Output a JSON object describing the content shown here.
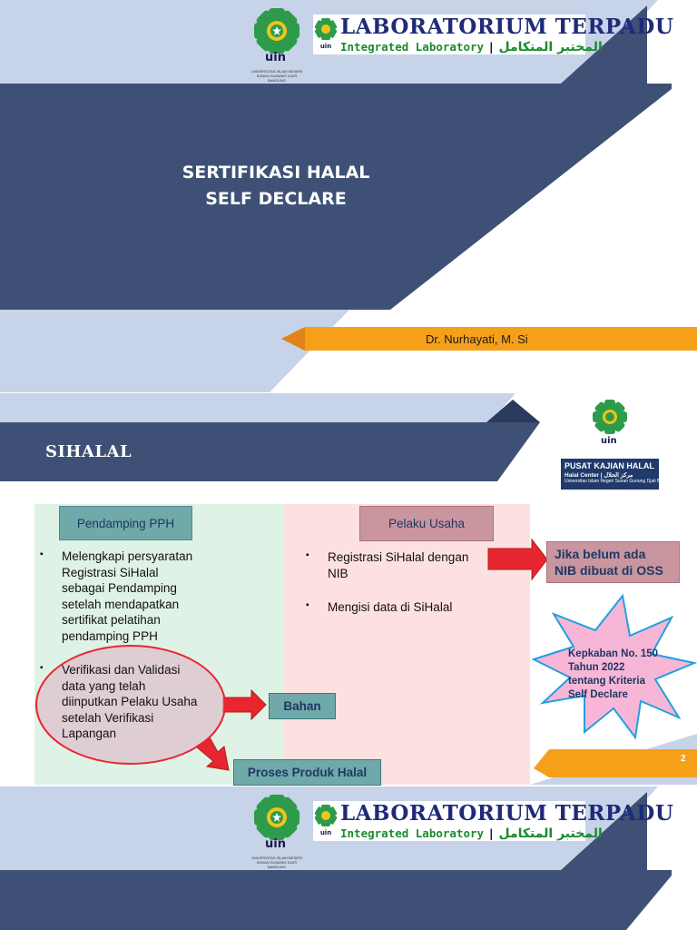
{
  "header": {
    "lab_title": "LABORATORIUM TERPADU",
    "lab_sub_en": "Integrated Laboratory",
    "lab_sub_sep": "|",
    "lab_sub_ar": "المختبر المتكامل",
    "uin_word": "uin",
    "uin_caption_1": "UNIVERSITAS ISLAM NEGERI",
    "uin_caption_2": "SUNAN GUNUNG DJATI",
    "uin_caption_3": "BANDUNG"
  },
  "cover": {
    "title_line1": "SERTIFIKASI HALAL",
    "title_line2": "SELF DECLARE",
    "author": "Dr. Nurhayati, M. Si"
  },
  "slide2": {
    "heading": "SIHALAL",
    "center_logo": {
      "uin_word": "uin",
      "name": "PUSAT KAJIAN HALAL",
      "sub": "Halal Center | مركز الحلال",
      "caption": "Universitas Islam Negeri Sunan Gunung Djati Bandung"
    },
    "left_col": {
      "header": "Pendamping PPH",
      "bullets": [
        [
          "Melengkapi persyaratan",
          "Registrasi SiHalal",
          "sebagai Pendamping",
          "setelah mendapatkan",
          "sertifikat pelatihan",
          "pendamping PPH"
        ],
        [
          "Verifikasi dan Validasi",
          "data yang telah",
          "diinputkan Pelaku Usaha",
          "setelah Verifikasi",
          "Lapangan"
        ]
      ]
    },
    "right_col": {
      "header": "Pelaku Usaha",
      "bullets": [
        [
          "Registrasi SiHalal dengan",
          "NIB"
        ],
        [
          "Mengisi data di SiHalal"
        ]
      ]
    },
    "tags": {
      "bahan": "Bahan",
      "proses": "Proses Produk Halal"
    },
    "callout": [
      "Jika belum ada",
      "NIB dibuat di OSS"
    ],
    "star": [
      "Kepkaban No. 150",
      "Tahun 2022",
      "tentang Kriteria",
      "Self Declare"
    ],
    "page_number": "2"
  },
  "colors": {
    "navy": "#3e5075",
    "light_blue": "#c7d3e8",
    "orange": "#f6a01a",
    "green_panel": "#dff2e6",
    "pink_panel": "#fde0e0",
    "teal_tag": "#6fa9a9",
    "mauve_tag": "#c9969f",
    "red_arrow": "#e8262f",
    "star_pink": "#f7b6d6"
  }
}
